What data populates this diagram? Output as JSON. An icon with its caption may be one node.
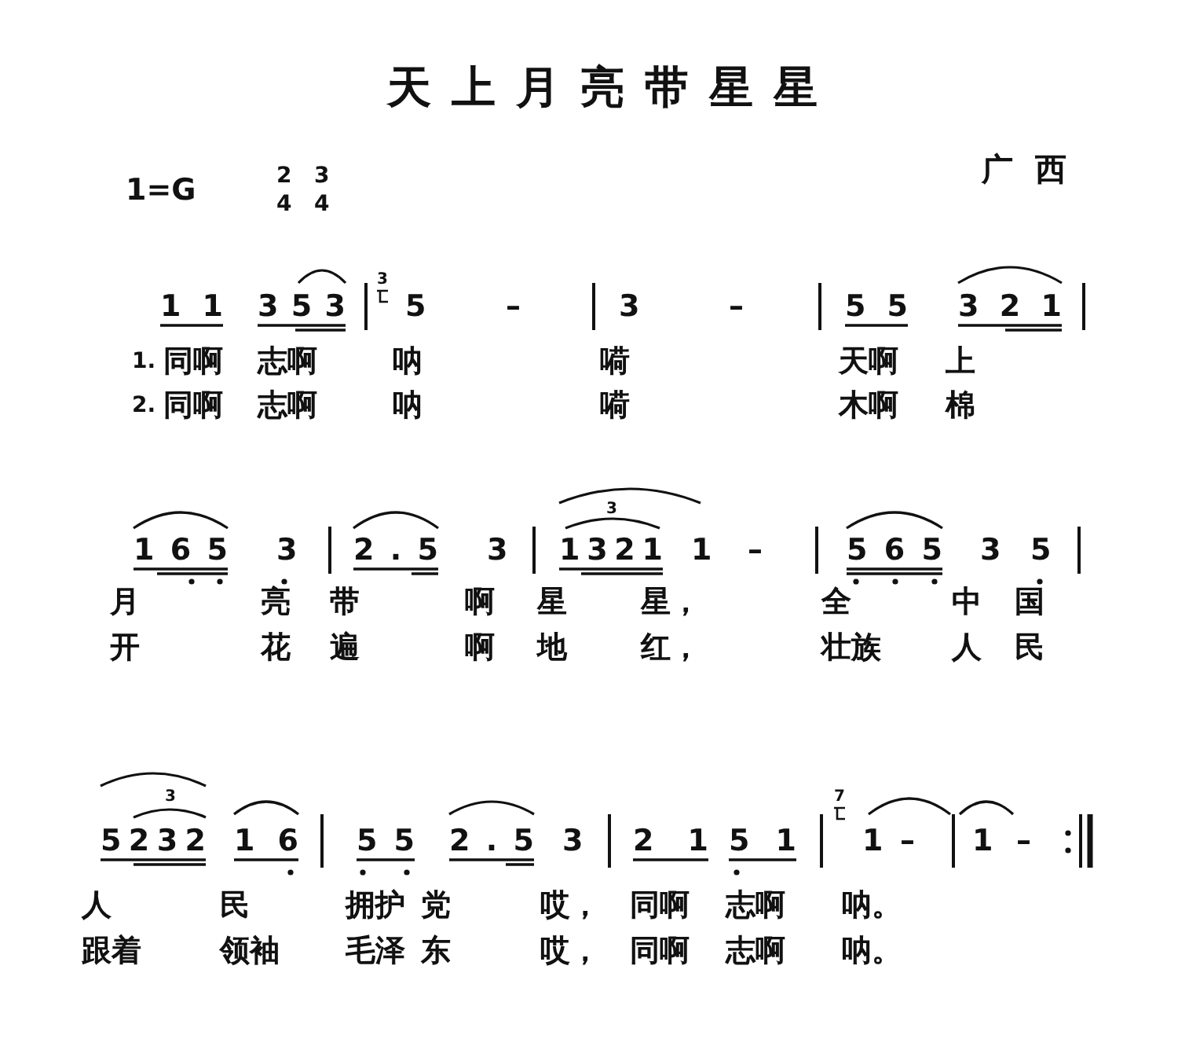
{
  "diagram": {
    "title": "天上月亮带星星",
    "labels": [
      "广西",
      "1=G",
      "2",
      "4",
      "3",
      "4",
      "1 1",
      "3 5 3",
      "3",
      "5",
      "–",
      "3",
      "–",
      "5 5",
      "3 2 1",
      "1.",
      "同啊",
      "志啊",
      "呐",
      "嗬",
      "天啊",
      "上",
      "2.",
      "同啊",
      "志啊",
      "呐",
      "嗬",
      "木啊",
      "棉",
      "1 6 5",
      "3",
      "2 . 5",
      "3",
      "3",
      "1321",
      "1",
      "–",
      "5 6 5",
      "3",
      "5",
      "月",
      "亮",
      "带",
      "啊",
      "星",
      "星，",
      "全",
      "中",
      "国",
      "开",
      "花",
      "遍",
      "啊",
      "地",
      "红，",
      "壮族",
      "人",
      "民",
      "5232",
      "3",
      "1 6",
      "5 5",
      "2 . 5",
      "3",
      "2 1",
      "5 1",
      "7",
      "1",
      "–",
      "1",
      "–",
      "人",
      "民",
      "拥护",
      "党",
      "哎，",
      "同啊",
      "志啊",
      "呐。",
      "跟着",
      "领袖",
      "毛泽",
      "东",
      "哎，",
      "同啊",
      "志啊",
      "呐。"
    ]
  }
}
